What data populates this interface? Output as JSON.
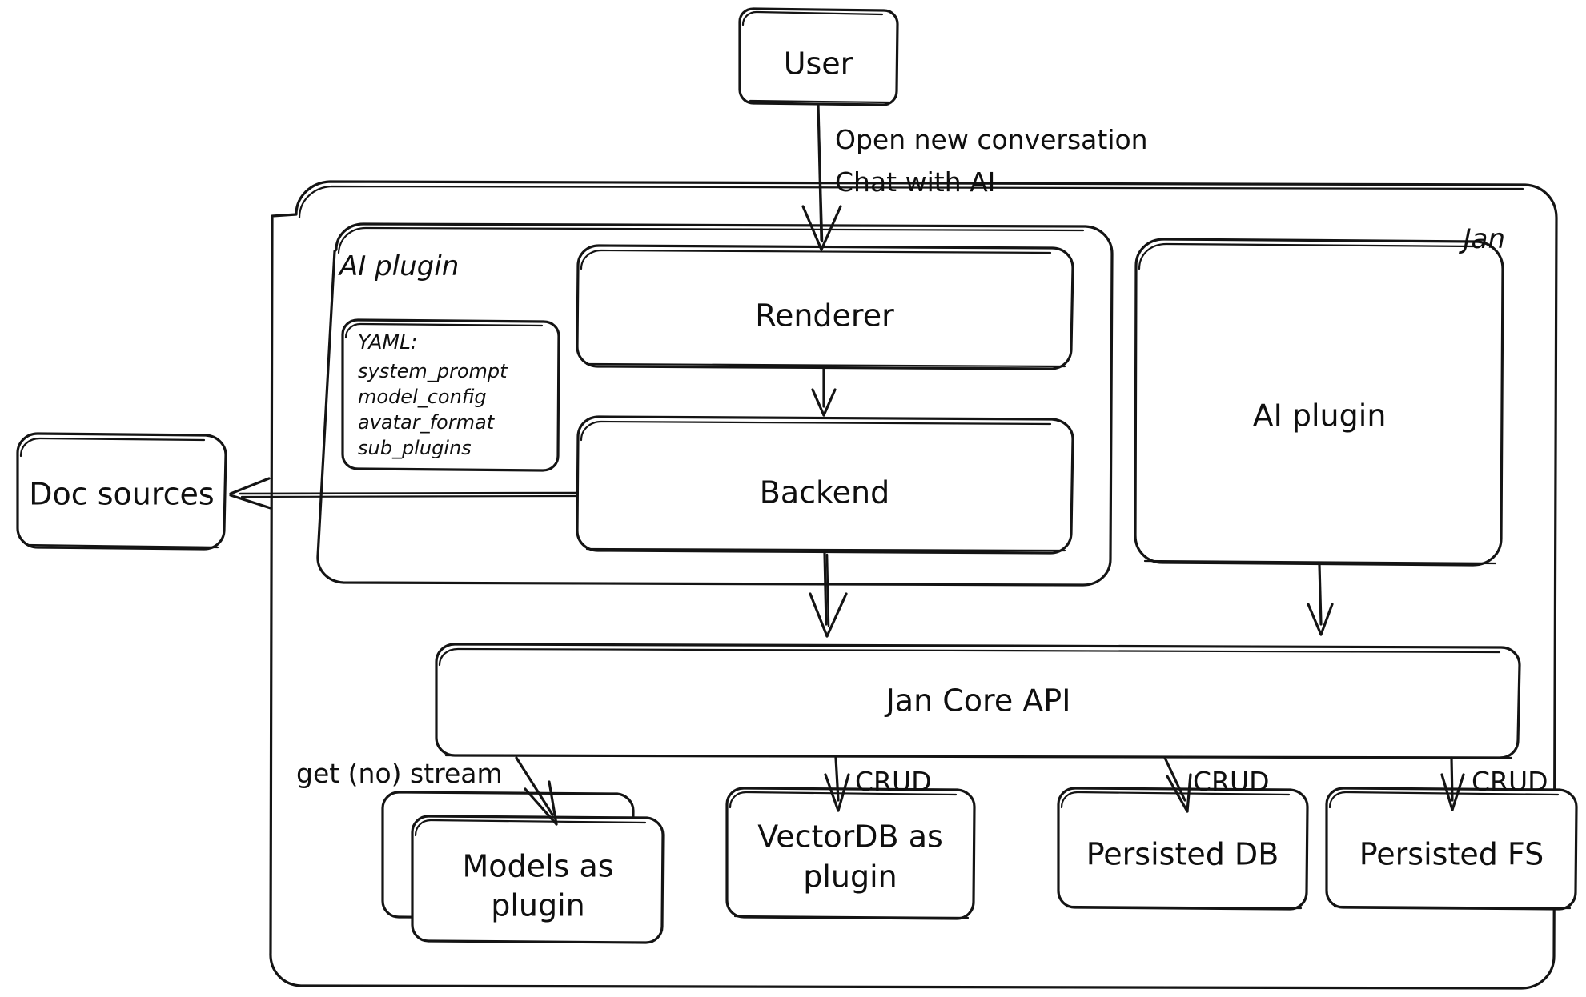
{
  "diagram": {
    "title": "Jan architecture",
    "style": "hand-drawn whiteboard sketch",
    "stroke_color": "#141414",
    "fill_color": "#ffffff",
    "background": "#ffffff"
  },
  "containers": {
    "jan": {
      "label": "Jan"
    },
    "ai_plugin_group": {
      "label": "AI plugin"
    }
  },
  "nodes": {
    "user": {
      "label": "User"
    },
    "renderer": {
      "label": "Renderer"
    },
    "backend": {
      "label": "Backend"
    },
    "ai_plugin": {
      "label": "AI plugin"
    },
    "doc_sources": {
      "label": "Doc sources"
    },
    "jan_core_api": {
      "label": "Jan Core API"
    },
    "models": {
      "label_line1": "Models as",
      "label_line2": "plugin"
    },
    "vectordb": {
      "label_line1": "VectorDB as",
      "label_line2": "plugin"
    },
    "persisted_db": {
      "label": "Persisted DB"
    },
    "persisted_fs": {
      "label": "Persisted FS"
    }
  },
  "yaml_note": {
    "title": "YAML:",
    "items": [
      "system_prompt",
      "model_config",
      "avatar_format",
      "sub_plugins"
    ]
  },
  "edges": {
    "user_to_renderer": {
      "line1": "Open new conversation",
      "line2": "Chat with AI"
    },
    "backend_to_doc_sources": {
      "label": ""
    },
    "api_to_models": {
      "label": "get (no) stream"
    },
    "api_to_vectordb": {
      "label": "CRUD"
    },
    "api_to_persisted_db": {
      "label": "CRUD"
    },
    "api_to_persisted_fs": {
      "label": "CRUD"
    }
  }
}
